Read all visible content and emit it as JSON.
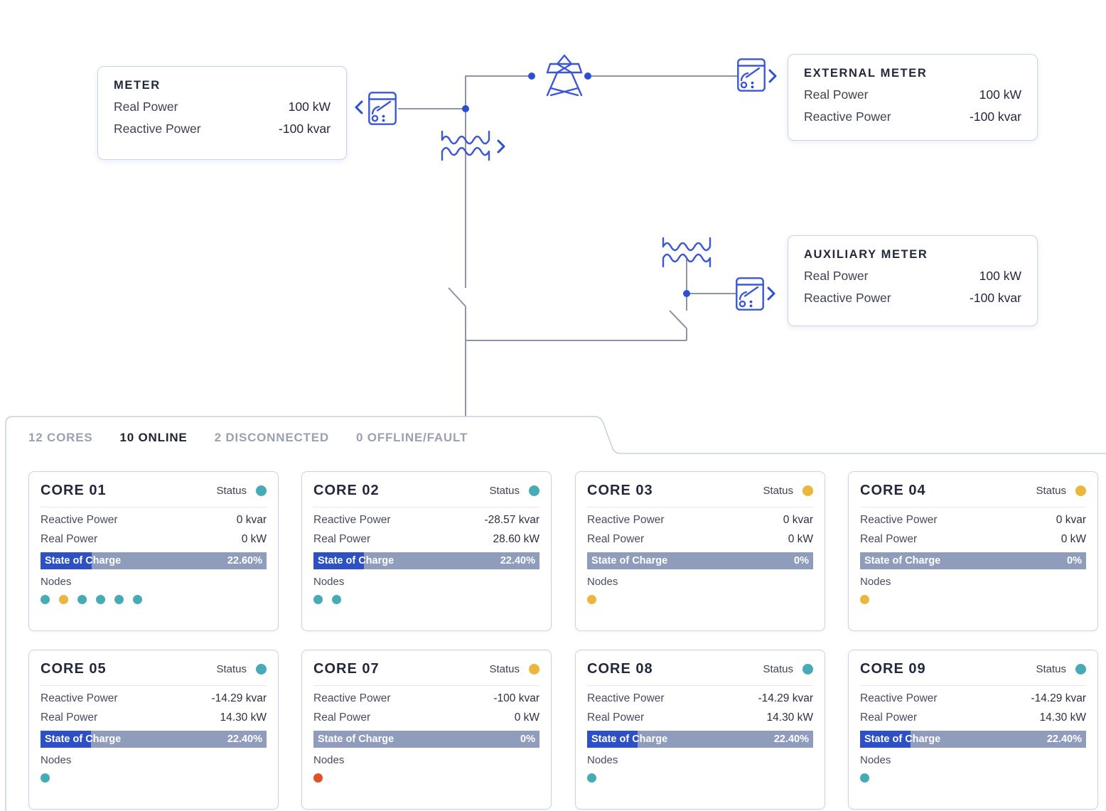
{
  "colors": {
    "teal": "#47ABB7",
    "amber": "#EAB73C",
    "red": "#E0502A",
    "soc_fill": "#2D50C4",
    "soc_track": "#8F9CBB",
    "wire_gray": "#8E94A3",
    "diagram_blue": "#3A57D7"
  },
  "diagram": {
    "meters": [
      {
        "title": "METER",
        "rows": [
          {
            "label": "Real Power",
            "value": "100 kW"
          },
          {
            "label": "Reactive Power",
            "value": "-100 kvar"
          }
        ]
      },
      {
        "title": "EXTERNAL METER",
        "rows": [
          {
            "label": "Real Power",
            "value": "100 kW"
          },
          {
            "label": "Reactive Power",
            "value": "-100 kvar"
          }
        ]
      },
      {
        "title": "AUXILIARY METER",
        "rows": [
          {
            "label": "Real Power",
            "value": "100 kW"
          },
          {
            "label": "Reactive Power",
            "value": "-100 kvar"
          }
        ]
      }
    ]
  },
  "tabs": [
    {
      "label": "12 CORES",
      "active": false
    },
    {
      "label": "10 ONLINE",
      "active": true
    },
    {
      "label": "2 DISCONNECTED",
      "active": false
    },
    {
      "label": "0 OFFLINE/FAULT",
      "active": false
    }
  ],
  "core_labels": {
    "status": "Status",
    "reactive": "Reactive Power",
    "real": "Real Power",
    "soc": "State of Charge",
    "nodes": "Nodes"
  },
  "cores": [
    {
      "name": "CORE 01",
      "status": "teal",
      "reactive": "0 kvar",
      "real": "0 kW",
      "soc": "22.60%",
      "soc_pct": 22.6,
      "nodes": [
        "teal",
        "amber",
        "teal",
        "teal",
        "teal",
        "teal"
      ]
    },
    {
      "name": "CORE 02",
      "status": "teal",
      "reactive": "-28.57 kvar",
      "real": "28.60 kW",
      "soc": "22.40%",
      "soc_pct": 22.4,
      "nodes": [
        "teal",
        "teal"
      ]
    },
    {
      "name": "CORE 03",
      "status": "amber",
      "reactive": "0 kvar",
      "real": "0 kW",
      "soc": "0%",
      "soc_pct": 0,
      "nodes": [
        "amber"
      ]
    },
    {
      "name": "CORE 04",
      "status": "amber",
      "reactive": "0 kvar",
      "real": "0 kW",
      "soc": "0%",
      "soc_pct": 0,
      "nodes": [
        "amber"
      ]
    },
    {
      "name": "CORE 05",
      "status": "teal",
      "reactive": "-14.29 kvar",
      "real": "14.30 kW",
      "soc": "22.40%",
      "soc_pct": 22.4,
      "nodes": [
        "teal"
      ]
    },
    {
      "name": "CORE 07",
      "status": "amber",
      "reactive": "-100 kvar",
      "real": "0 kW",
      "soc": "0%",
      "soc_pct": 0,
      "nodes": [
        "red"
      ]
    },
    {
      "name": "CORE 08",
      "status": "teal",
      "reactive": "-14.29 kvar",
      "real": "14.30 kW",
      "soc": "22.40%",
      "soc_pct": 22.4,
      "nodes": [
        "teal"
      ]
    },
    {
      "name": "CORE 09",
      "status": "teal",
      "reactive": "-14.29 kvar",
      "real": "14.30 kW",
      "soc": "22.40%",
      "soc_pct": 22.4,
      "nodes": [
        "teal"
      ]
    }
  ]
}
